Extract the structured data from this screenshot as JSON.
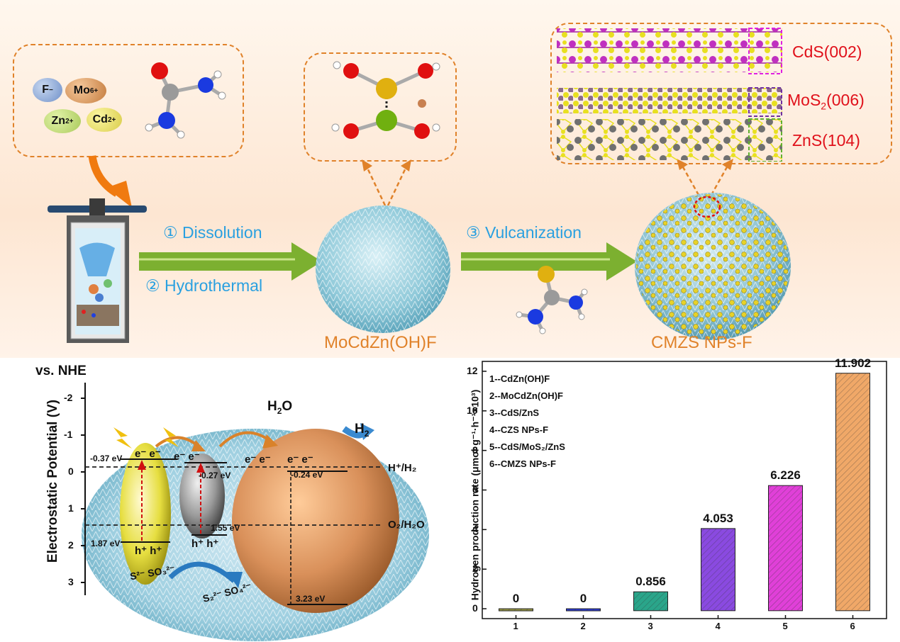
{
  "top": {
    "ions": {
      "f": "F",
      "mo": "Mo",
      "mo_sup": "6+",
      "zn": "Zn",
      "zn_sup": "2+",
      "cd": "Cd",
      "cd_sup": "2+"
    },
    "step1": "① Dissolution",
    "step2": "② Hydrothermal",
    "step3": "③ Vulcanization",
    "precursor_label": "MoCdZn(OH)F",
    "product_label": "CMZS NPs-F",
    "layers": {
      "cds": "CdS(002)",
      "mos2_a": "MoS",
      "mos2_sub": "2",
      "mos2_b": "(006)",
      "zns": "ZnS(104)"
    }
  },
  "band": {
    "axis_title": "vs. NHE",
    "ylabel": "Electrostatic Potential (V)",
    "yticks": [
      "-2",
      "-1",
      "0",
      "1",
      "2",
      "3"
    ],
    "h2o": "H",
    "h2o_sub": "2",
    "h2o_b": "O",
    "h2": "H",
    "h2_sub": "2",
    "h_couple": "H⁺/H₂",
    "o_couple": "O₂/H₂O",
    "cb1": "-0.37 eV",
    "cb2": "-0.27 eV",
    "cb3": "-0.24 eV",
    "vb1": "1.87 eV",
    "vb2": "1.55 eV",
    "vb3": "3.23 eV",
    "electrons": "e⁻ e⁻",
    "holes": "h⁺ h⁺",
    "sac1": "S²⁻ SO₃²⁻",
    "sac2": "S₂²⁻ SO₄²⁻"
  },
  "chart_data": {
    "type": "bar",
    "categories": [
      "1",
      "2",
      "3",
      "4",
      "5",
      "6"
    ],
    "values": [
      0,
      0,
      0.856,
      4.053,
      6.226,
      11.902
    ],
    "value_labels": [
      "0",
      "0",
      "0.856",
      "4.053",
      "6.226",
      "11.902"
    ],
    "ylabel": "Hydrogen production rate (μmol·g⁻¹·h⁻¹×10³)",
    "ylim": [
      -0.5,
      12.5
    ],
    "yticks": [
      "0",
      "2",
      "4",
      "6",
      "8",
      "10",
      "12"
    ],
    "legend": [
      "1--CdZn(OH)F",
      "2--MoCdZn(OH)F",
      "3--CdS/ZnS",
      "4--CZS NPs-F",
      "5--CdS/MoS₂/ZnS",
      "6--CMZS NPs-F"
    ],
    "colors": [
      "#9a9a46",
      "#2a3ad8",
      "#2aa58a",
      "#8a4ae0",
      "#e040d8",
      "#f0a868"
    ]
  }
}
